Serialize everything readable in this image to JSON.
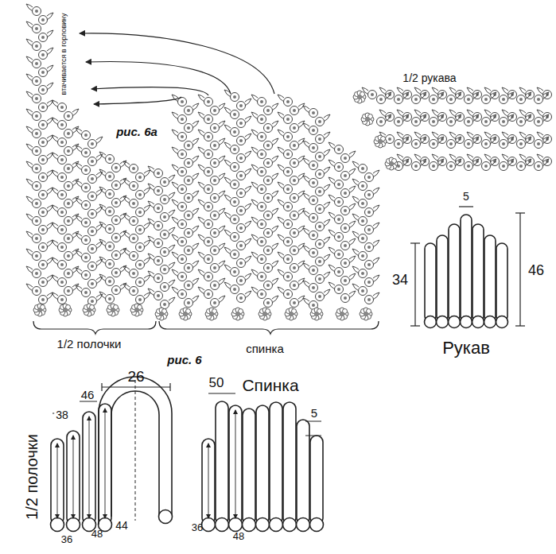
{
  "diagram": {
    "labels": [
      "втачивается в горловину",
      "рис. 6а",
      "1/2 рукава",
      "5",
      "46",
      "34",
      "Рукав",
      "1/2 полочки",
      "спинка",
      "рис. 6",
      "26",
      "46",
      "38",
      "50",
      "Спинка",
      "5",
      "1/2 полочки",
      "44",
      "36",
      "48",
      "36",
      "48"
    ]
  }
}
